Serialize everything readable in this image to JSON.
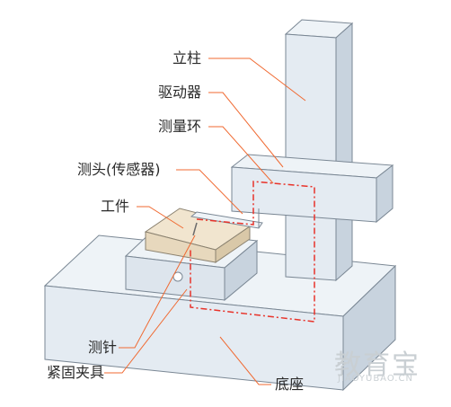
{
  "labels": {
    "column": "立柱",
    "driver": "驱动器",
    "measuring_ring": "测量环",
    "probe_sensor": "测头(传感器)",
    "workpiece": "工件",
    "stylus": "测针",
    "clamp": "紧固夹具",
    "base": "底座"
  },
  "watermark": {
    "main": "教育宝",
    "sub": "JIAOYUBAO.CN"
  },
  "colors": {
    "structure_fill": "#e4ebf2",
    "structure_side": "#c8d3de",
    "structure_top": "#eef3f7",
    "outline": "#7a8794",
    "workpiece": "#f1e5cf",
    "leader": "#f06a32",
    "measuring_ring": "#e8332a"
  }
}
